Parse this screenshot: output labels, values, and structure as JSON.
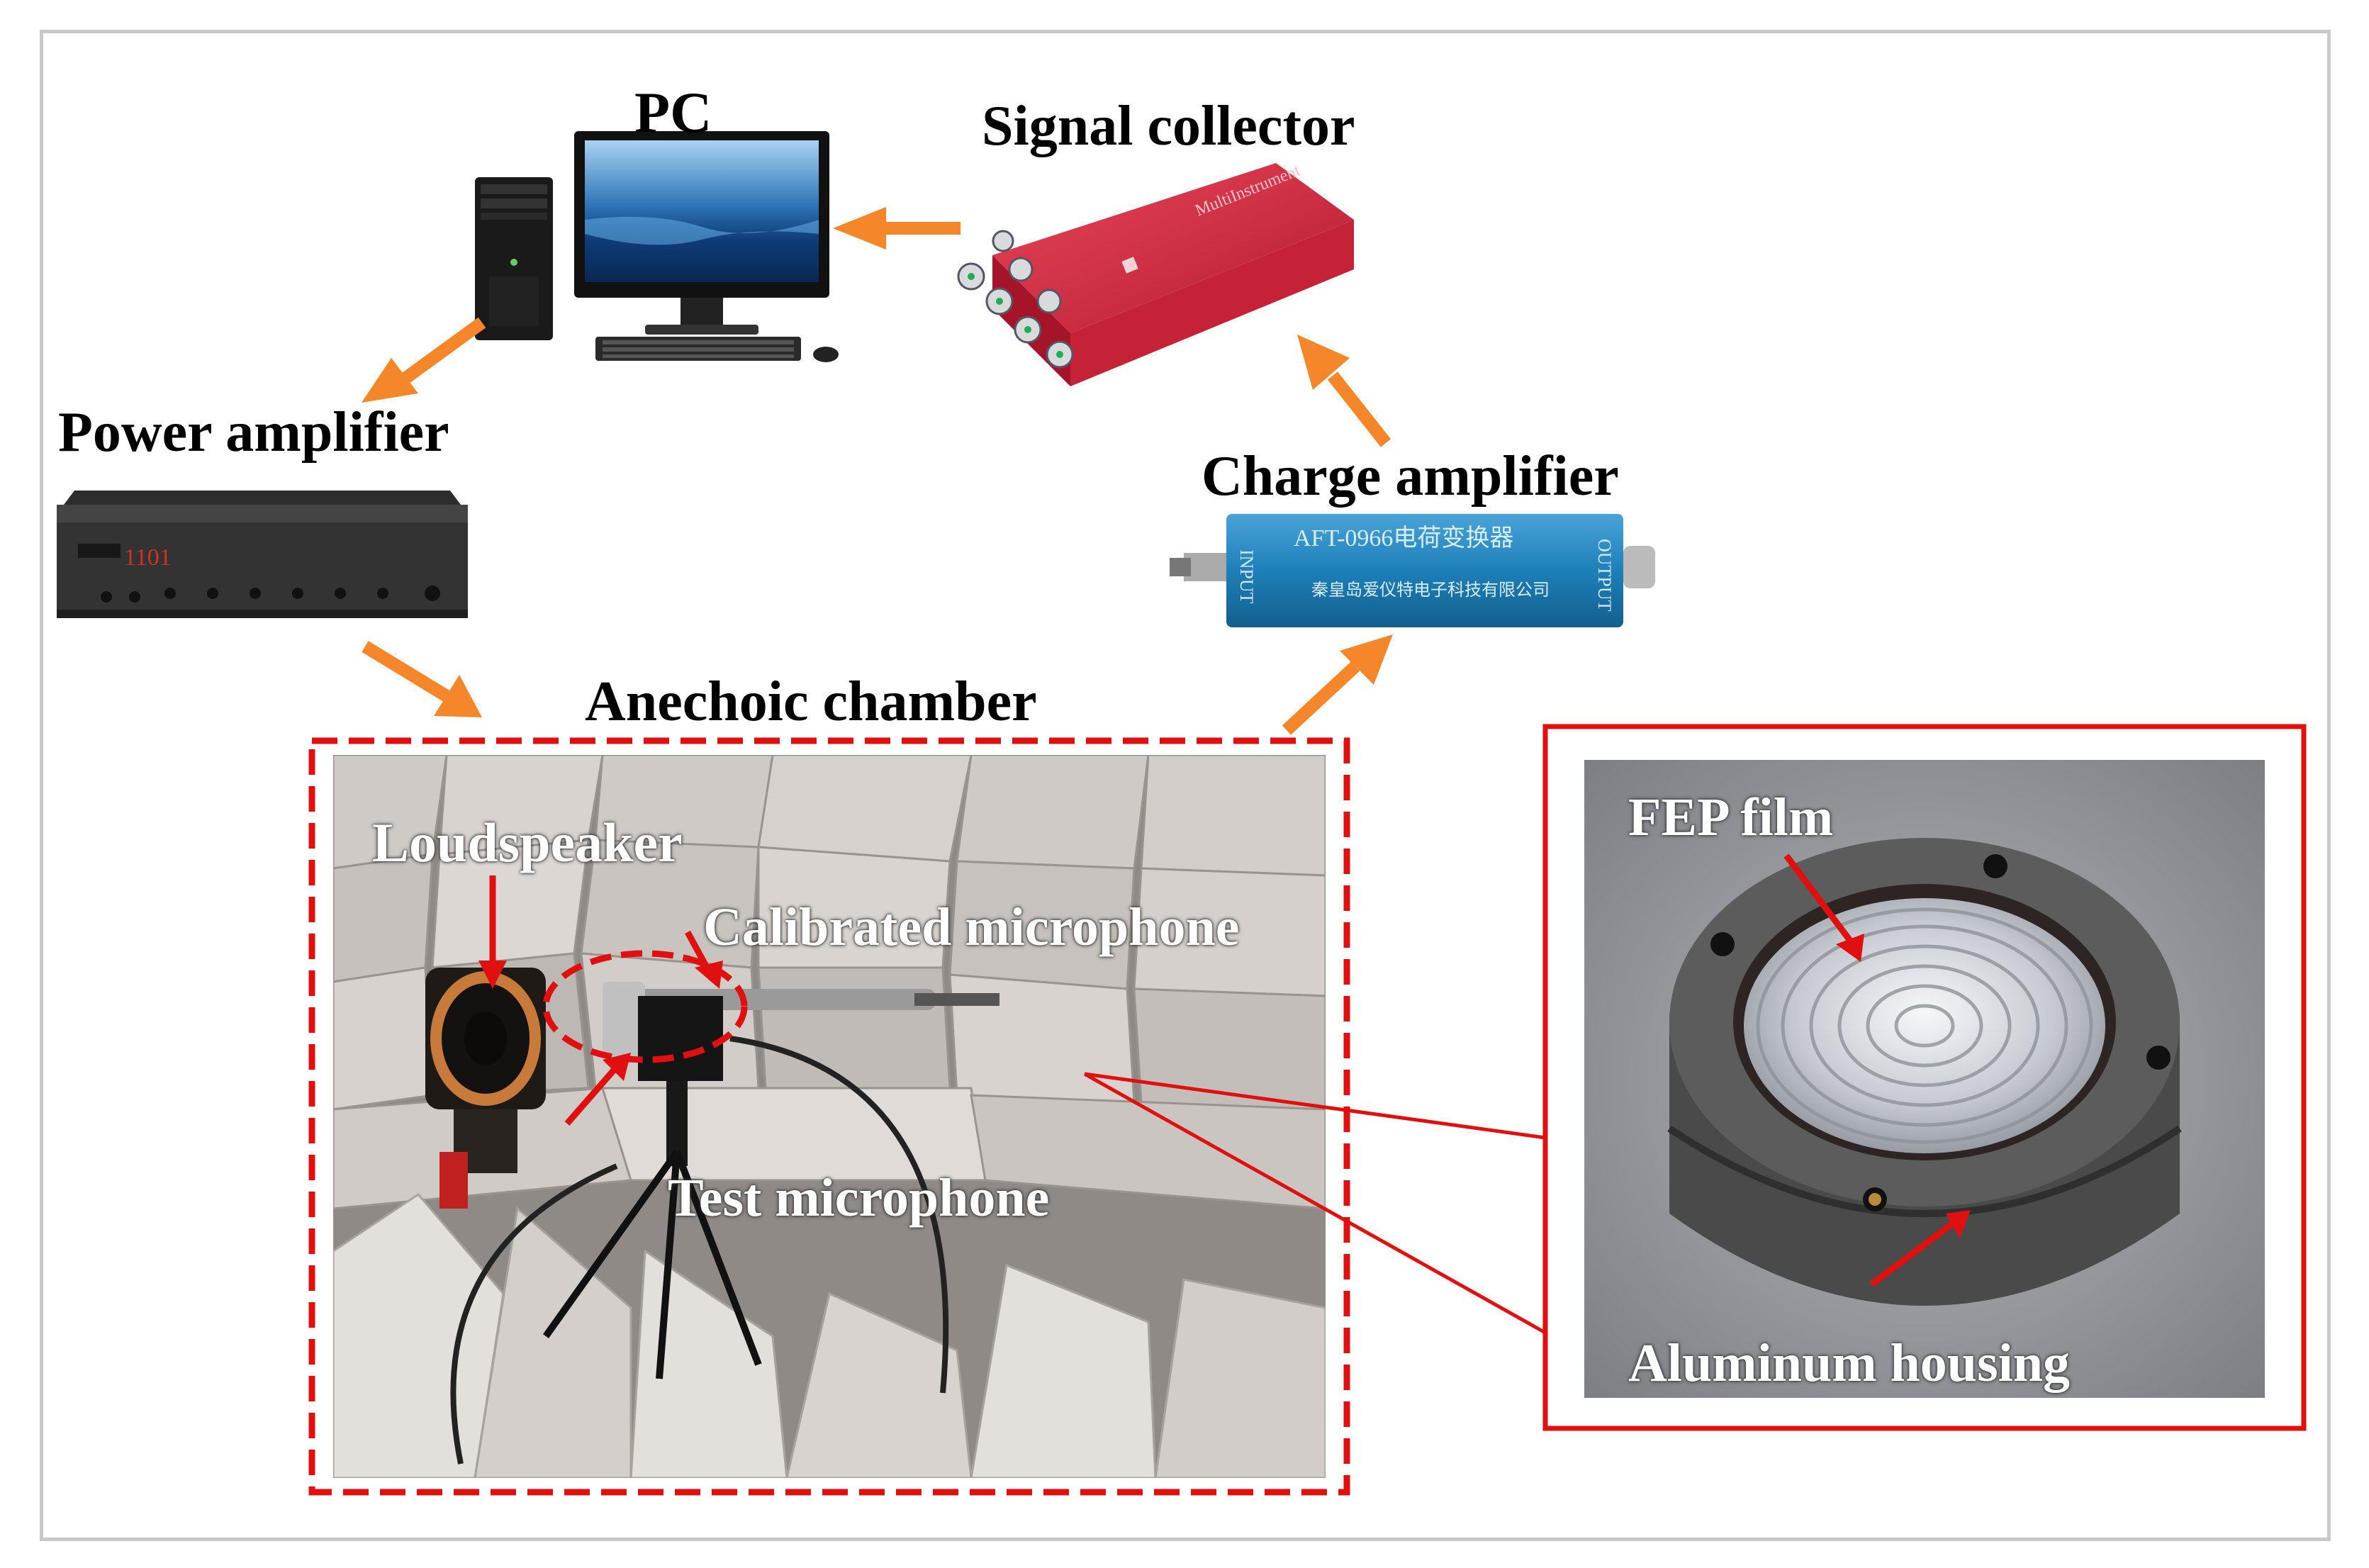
{
  "labels": {
    "pc": "PC",
    "signal_collector": "Signal collector",
    "power_amplifier": "Power amplifier",
    "charge_amplifier": "Charge amplifier",
    "anechoic_chamber": "Anechoic chamber",
    "loudspeaker": "Loudspeaker",
    "calibrated_microphone": "Calibrated microphone",
    "test_microphone": "Test microphone",
    "fep_film": "FEP film",
    "aluminum_housing": "Aluminum housing"
  },
  "device_text": {
    "charge_amp_model": "AFT-0966电荷变换器",
    "charge_amp_company": "秦皇岛爱仪特电子科技有限公司",
    "charge_amp_input": "INPUT",
    "charge_amp_output": "OUTPUT",
    "signal_collector_brand": "MultiInstrument",
    "power_amp_display": "1101"
  },
  "colors": {
    "arrow": "#f5862a",
    "highlight_red": "#e01010",
    "collector_red": "#d8283e",
    "charge_amp_blue": "#1e7fb8"
  }
}
